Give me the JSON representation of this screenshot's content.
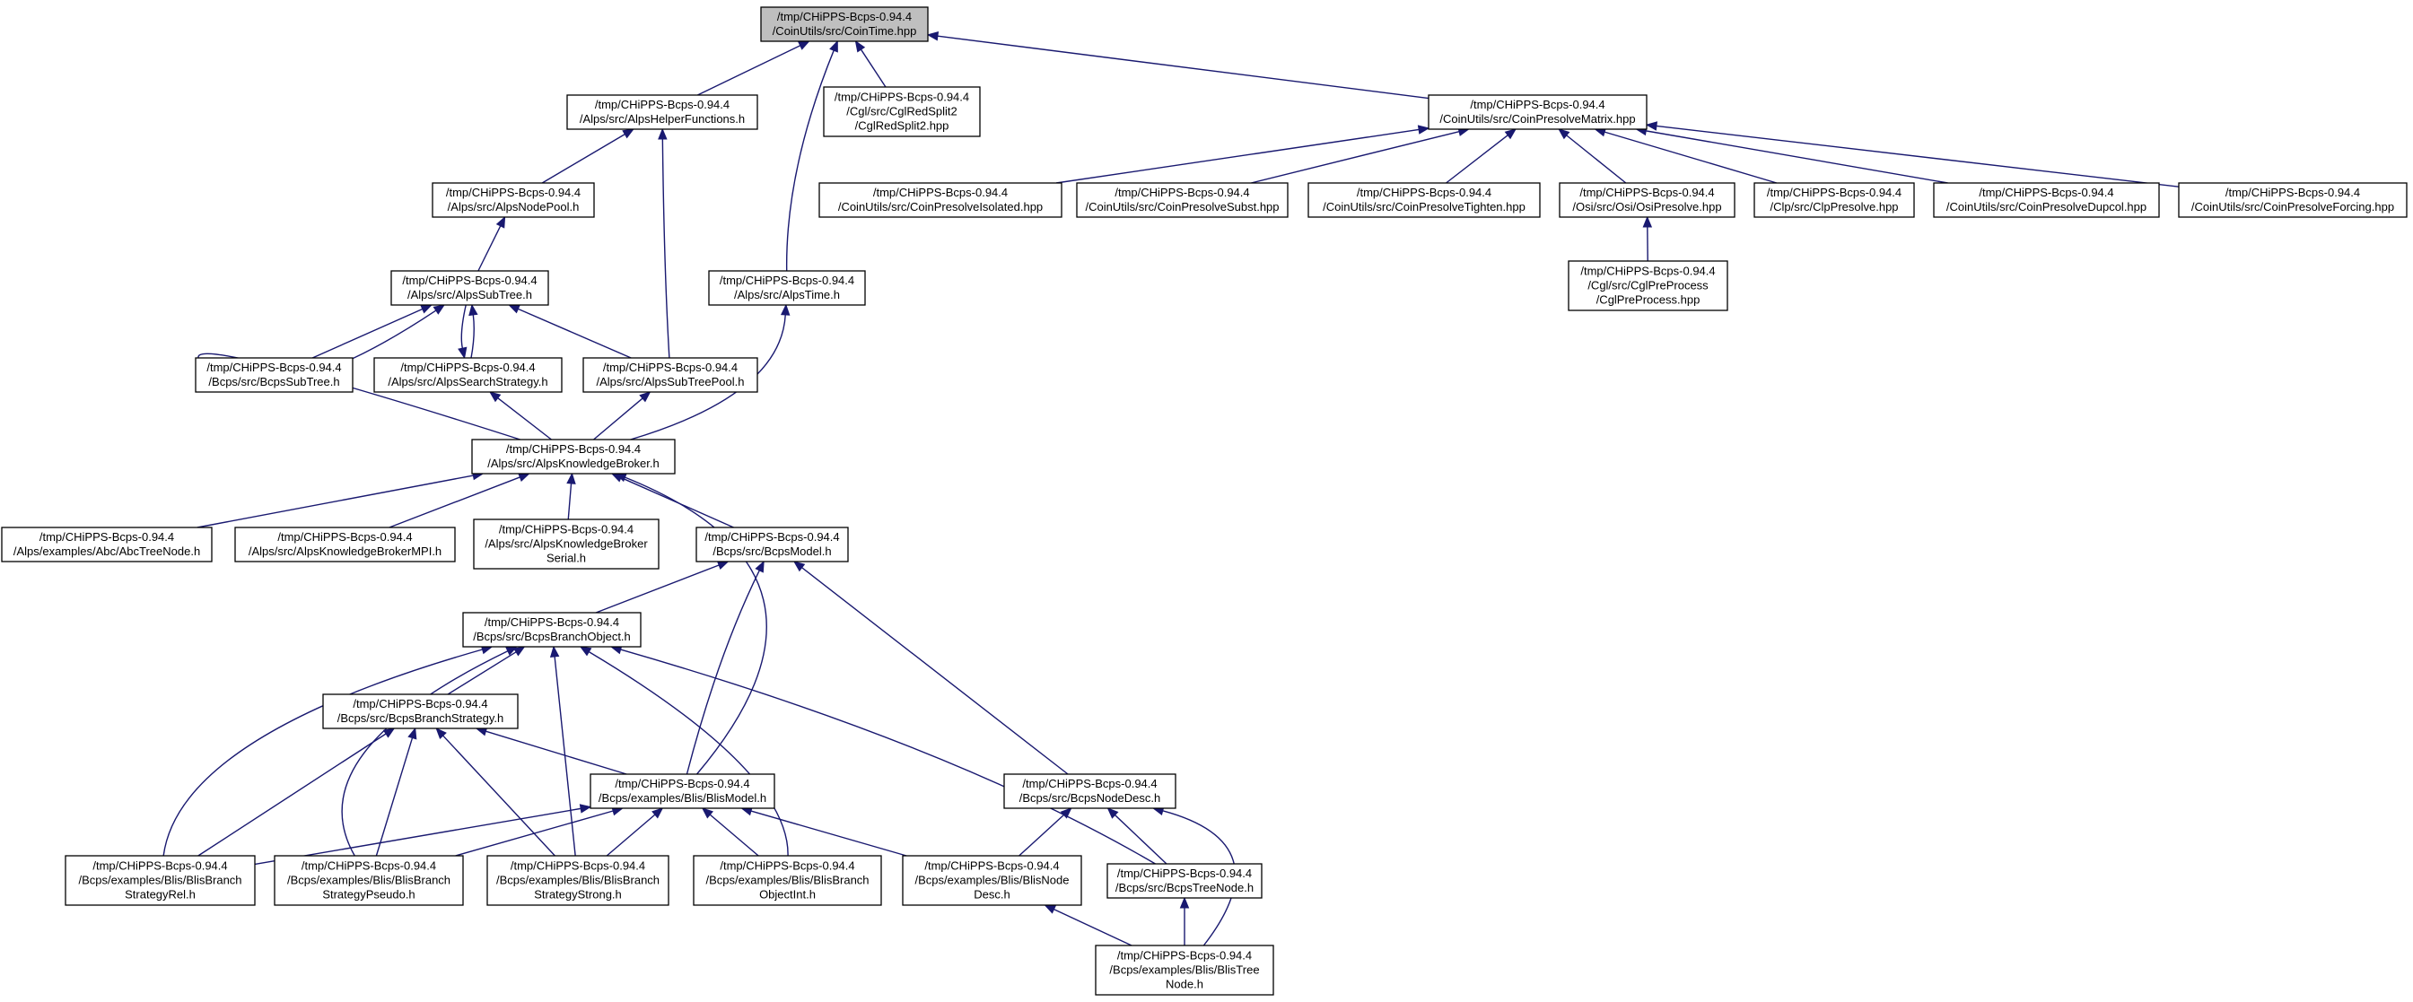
{
  "graph": {
    "colors": {
      "edge": "#191970",
      "node_border": "#000000",
      "root_fill": "#bfbfbf",
      "node_fill": "#ffffff"
    },
    "nodes": [
      {
        "id": "cointime",
        "lines": [
          "/tmp/CHiPPS-Bcps-0.94.4",
          "/CoinUtils/src/CoinTime.hpp"
        ],
        "root": true
      },
      {
        "id": "alpshelper",
        "lines": [
          "/tmp/CHiPPS-Bcps-0.94.4",
          "/Alps/src/AlpsHelperFunctions.h"
        ]
      },
      {
        "id": "cglredsplit2",
        "lines": [
          "/tmp/CHiPPS-Bcps-0.94.4",
          "/Cgl/src/CglRedSplit2",
          "/CglRedSplit2.hpp"
        ]
      },
      {
        "id": "coinpresolvematrix",
        "lines": [
          "/tmp/CHiPPS-Bcps-0.94.4",
          "/CoinUtils/src/CoinPresolveMatrix.hpp"
        ]
      },
      {
        "id": "alpsnodepool",
        "lines": [
          "/tmp/CHiPPS-Bcps-0.94.4",
          "/Alps/src/AlpsNodePool.h"
        ]
      },
      {
        "id": "alpssubtree",
        "lines": [
          "/tmp/CHiPPS-Bcps-0.94.4",
          "/Alps/src/AlpsSubTree.h"
        ]
      },
      {
        "id": "alpstime",
        "lines": [
          "/tmp/CHiPPS-Bcps-0.94.4",
          "/Alps/src/AlpsTime.h"
        ]
      },
      {
        "id": "cpisolated",
        "lines": [
          "/tmp/CHiPPS-Bcps-0.94.4",
          "/CoinUtils/src/CoinPresolveIsolated.hpp"
        ]
      },
      {
        "id": "cpsubst",
        "lines": [
          "/tmp/CHiPPS-Bcps-0.94.4",
          "/CoinUtils/src/CoinPresolveSubst.hpp"
        ]
      },
      {
        "id": "cptighten",
        "lines": [
          "/tmp/CHiPPS-Bcps-0.94.4",
          "/CoinUtils/src/CoinPresolveTighten.hpp"
        ]
      },
      {
        "id": "osipresolve",
        "lines": [
          "/tmp/CHiPPS-Bcps-0.94.4",
          "/Osi/src/Osi/OsiPresolve.hpp"
        ]
      },
      {
        "id": "clppresolve",
        "lines": [
          "/tmp/CHiPPS-Bcps-0.94.4",
          "/Clp/src/ClpPresolve.hpp"
        ]
      },
      {
        "id": "cpdupcol",
        "lines": [
          "/tmp/CHiPPS-Bcps-0.94.4",
          "/CoinUtils/src/CoinPresolveDupcol.hpp"
        ]
      },
      {
        "id": "cpforcing",
        "lines": [
          "/tmp/CHiPPS-Bcps-0.94.4",
          "/CoinUtils/src/CoinPresolveForcing.hpp"
        ]
      },
      {
        "id": "cglpreprocess",
        "lines": [
          "/tmp/CHiPPS-Bcps-0.94.4",
          "/Cgl/src/CglPreProcess",
          "/CglPreProcess.hpp"
        ]
      },
      {
        "id": "bcpssubtree",
        "lines": [
          "/tmp/CHiPPS-Bcps-0.94.4",
          "/Bcps/src/BcpsSubTree.h"
        ]
      },
      {
        "id": "alpssearchstrategy",
        "lines": [
          "/tmp/CHiPPS-Bcps-0.94.4",
          "/Alps/src/AlpsSearchStrategy.h"
        ]
      },
      {
        "id": "alpssubtreepool",
        "lines": [
          "/tmp/CHiPPS-Bcps-0.94.4",
          "/Alps/src/AlpsSubTreePool.h"
        ]
      },
      {
        "id": "alpskb",
        "lines": [
          "/tmp/CHiPPS-Bcps-0.94.4",
          "/Alps/src/AlpsKnowledgeBroker.h"
        ]
      },
      {
        "id": "abctreenode",
        "lines": [
          "/tmp/CHiPPS-Bcps-0.94.4",
          "/Alps/examples/Abc/AbcTreeNode.h"
        ]
      },
      {
        "id": "alpskbmpi",
        "lines": [
          "/tmp/CHiPPS-Bcps-0.94.4",
          "/Alps/src/AlpsKnowledgeBrokerMPI.h"
        ]
      },
      {
        "id": "alpskbserial",
        "lines": [
          "/tmp/CHiPPS-Bcps-0.94.4",
          "/Alps/src/AlpsKnowledgeBroker",
          "Serial.h"
        ]
      },
      {
        "id": "bcpsmodel",
        "lines": [
          "/tmp/CHiPPS-Bcps-0.94.4",
          "/Bcps/src/BcpsModel.h"
        ]
      },
      {
        "id": "bcpsbranchobject",
        "lines": [
          "/tmp/CHiPPS-Bcps-0.94.4",
          "/Bcps/src/BcpsBranchObject.h"
        ]
      },
      {
        "id": "bcpsbranchstrategy",
        "lines": [
          "/tmp/CHiPPS-Bcps-0.94.4",
          "/Bcps/src/BcpsBranchStrategy.h"
        ]
      },
      {
        "id": "blismodel",
        "lines": [
          "/tmp/CHiPPS-Bcps-0.94.4",
          "/Bcps/examples/Blis/BlisModel.h"
        ]
      },
      {
        "id": "bcpsnodedesc",
        "lines": [
          "/tmp/CHiPPS-Bcps-0.94.4",
          "/Bcps/src/BcpsNodeDesc.h"
        ]
      },
      {
        "id": "blisstrategyrel",
        "lines": [
          "/tmp/CHiPPS-Bcps-0.94.4",
          "/Bcps/examples/Blis/BlisBranch",
          "StrategyRel.h"
        ]
      },
      {
        "id": "blisstrategypseudo",
        "lines": [
          "/tmp/CHiPPS-Bcps-0.94.4",
          "/Bcps/examples/Blis/BlisBranch",
          "StrategyPseudo.h"
        ]
      },
      {
        "id": "blisstrategystrong",
        "lines": [
          "/tmp/CHiPPS-Bcps-0.94.4",
          "/Bcps/examples/Blis/BlisBranch",
          "StrategyStrong.h"
        ]
      },
      {
        "id": "blisobjectint",
        "lines": [
          "/tmp/CHiPPS-Bcps-0.94.4",
          "/Bcps/examples/Blis/BlisBranch",
          "ObjectInt.h"
        ]
      },
      {
        "id": "blisnodedesc",
        "lines": [
          "/tmp/CHiPPS-Bcps-0.94.4",
          "/Bcps/examples/Blis/BlisNode",
          "Desc.h"
        ]
      },
      {
        "id": "bcpstreenode",
        "lines": [
          "/tmp/CHiPPS-Bcps-0.94.4",
          "/Bcps/src/BcpsTreeNode.h"
        ]
      },
      {
        "id": "blistreenode",
        "lines": [
          "/tmp/CHiPPS-Bcps-0.94.4",
          "/Bcps/examples/Blis/BlisTree",
          "Node.h"
        ]
      }
    ],
    "edges": [
      [
        "alpshelper",
        "cointime"
      ],
      [
        "cglredsplit2",
        "cointime"
      ],
      [
        "coinpresolvematrix",
        "cointime"
      ],
      [
        "alpstime",
        "cointime"
      ],
      [
        "alpsnodepool",
        "alpshelper"
      ],
      [
        "alpssubtreepool",
        "alpshelper"
      ],
      [
        "alpssubtree",
        "alpsnodepool"
      ],
      [
        "bcpssubtree",
        "alpssubtree"
      ],
      [
        "alpssearchstrategy",
        "alpssubtree"
      ],
      [
        "alpssubtreepool",
        "alpssubtree"
      ],
      [
        "alpskb",
        "alpssubtree"
      ],
      [
        "alpssubtree",
        "alpssearchstrategy"
      ],
      [
        "alpskb",
        "alpssearchstrategy"
      ],
      [
        "alpskb",
        "alpssubtreepool"
      ],
      [
        "alpskb",
        "alpstime"
      ],
      [
        "cpisolated",
        "coinpresolvematrix"
      ],
      [
        "cpsubst",
        "coinpresolvematrix"
      ],
      [
        "cptighten",
        "coinpresolvematrix"
      ],
      [
        "osipresolve",
        "coinpresolvematrix"
      ],
      [
        "clppresolve",
        "coinpresolvematrix"
      ],
      [
        "cpdupcol",
        "coinpresolvematrix"
      ],
      [
        "cpforcing",
        "coinpresolvematrix"
      ],
      [
        "cglpreprocess",
        "osipresolve"
      ],
      [
        "abctreenode",
        "alpskb"
      ],
      [
        "alpskbmpi",
        "alpskb"
      ],
      [
        "alpskbserial",
        "alpskb"
      ],
      [
        "bcpsmodel",
        "alpskb"
      ],
      [
        "blismodel",
        "alpskb"
      ],
      [
        "bcpsbranchobject",
        "bcpsmodel"
      ],
      [
        "blismodel",
        "bcpsmodel"
      ],
      [
        "bcpsnodedesc",
        "bcpsmodel"
      ],
      [
        "bcpsbranchstrategy",
        "bcpsbranchobject"
      ],
      [
        "blisstrategyrel",
        "bcpsbranchobject"
      ],
      [
        "blisstrategypseudo",
        "bcpsbranchobject"
      ],
      [
        "blisstrategystrong",
        "bcpsbranchobject"
      ],
      [
        "blisobjectint",
        "bcpsbranchobject"
      ],
      [
        "bcpstreenode",
        "bcpsbranchobject"
      ],
      [
        "blismodel",
        "bcpsbranchstrategy"
      ],
      [
        "blisstrategyrel",
        "bcpsbranchstrategy"
      ],
      [
        "blisstrategypseudo",
        "bcpsbranchstrategy"
      ],
      [
        "blisstrategystrong",
        "bcpsbranchstrategy"
      ],
      [
        "blisstrategyrel",
        "blismodel"
      ],
      [
        "blisstrategypseudo",
        "blismodel"
      ],
      [
        "blisstrategystrong",
        "blismodel"
      ],
      [
        "blisobjectint",
        "blismodel"
      ],
      [
        "blisnodedesc",
        "blismodel"
      ],
      [
        "blisnodedesc",
        "bcpsnodedesc"
      ],
      [
        "bcpstreenode",
        "bcpsnodedesc"
      ],
      [
        "blistreenode",
        "bcpsnodedesc"
      ],
      [
        "blistreenode",
        "bcpstreenode"
      ],
      [
        "blistreenode",
        "blisnodedesc"
      ]
    ]
  }
}
